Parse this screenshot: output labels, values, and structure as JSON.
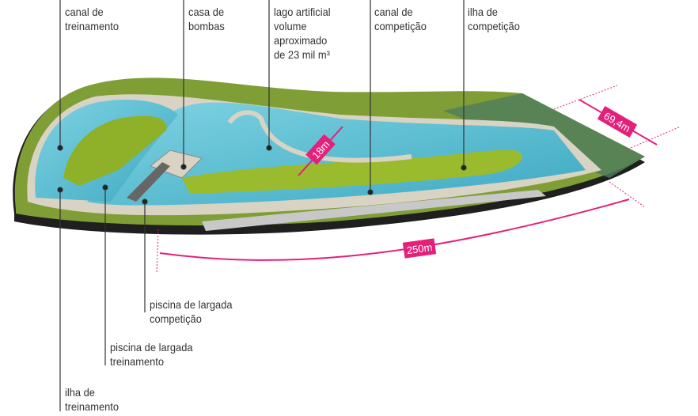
{
  "labels": {
    "canal_treinamento": "canal de\ntreinamento",
    "casa_bombas": "casa de\nbombas",
    "lago_artificial": "lago artificial\nvolume\naproximado\nde 23 mil m³",
    "canal_competicao": "canal de\ncompetição",
    "ilha_competicao": "ilha de\ncompetição",
    "piscina_largada_competicao": "piscina de largada\ncompetição",
    "piscina_largada_treinamento": "piscina de largada\ntreinamento",
    "ilha_treinamento": "ilha de\ntreinamento"
  },
  "dimensions": {
    "width_lake": "18m",
    "width_site": "69,4m",
    "length_site": "250m"
  },
  "colors": {
    "accent": "#e5207a",
    "water": "#5ec3d6",
    "grass": "#8fae2e",
    "concrete": "#d9d3c4",
    "base": "#222222"
  }
}
